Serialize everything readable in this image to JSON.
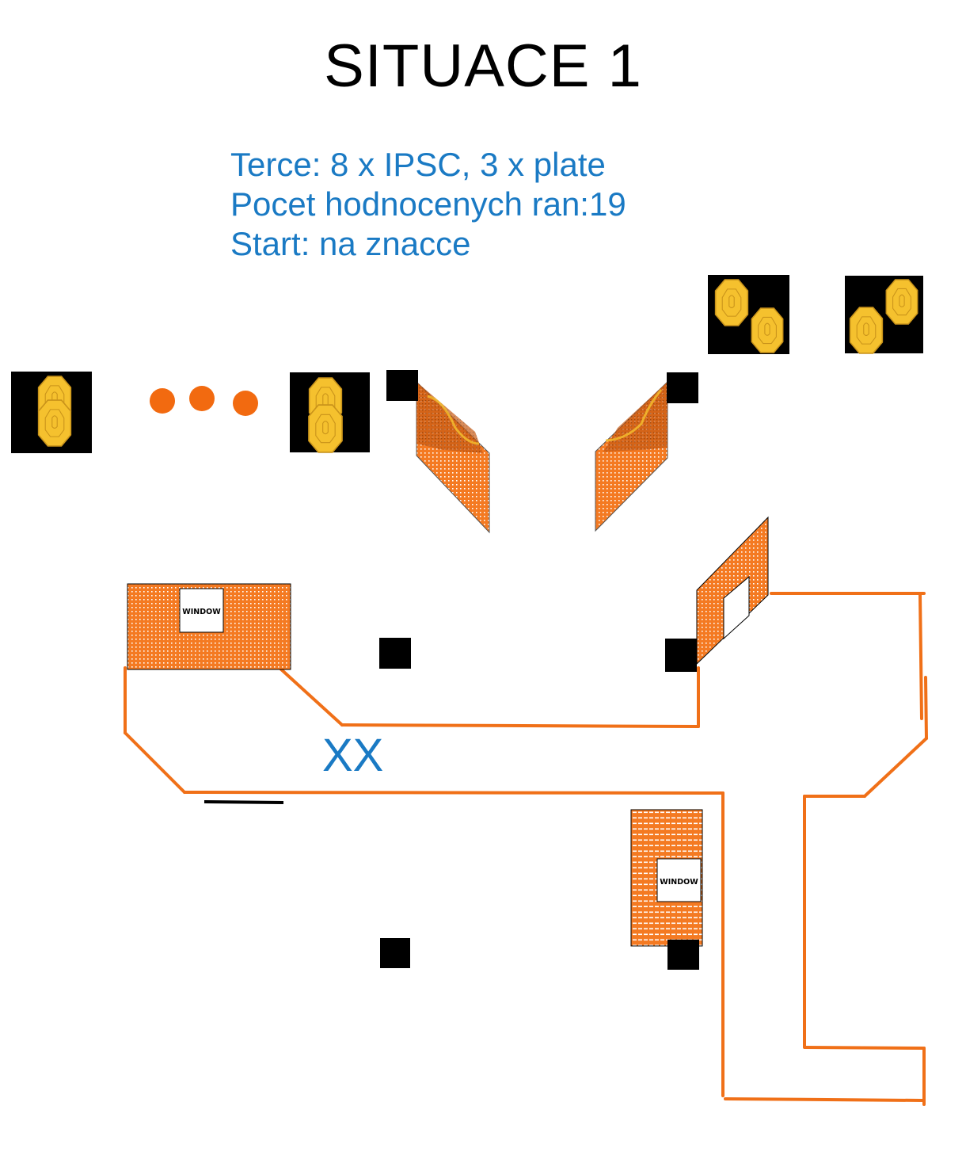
{
  "title": "SITUACE 1",
  "info": {
    "line1": "Terce: 8 x IPSC, 3 x plate",
    "line2": "Pocet hodnocenych ran:19",
    "line3": "Start: na znacce"
  },
  "start_mark": "XX",
  "window_label": "WINDOW",
  "colors": {
    "wall": "#f07018",
    "panel": "#f47a22",
    "text_info": "#1a7ac4",
    "target_fill": "#f5c12e",
    "target_bg": "#000000",
    "plate": "#f26a10"
  }
}
